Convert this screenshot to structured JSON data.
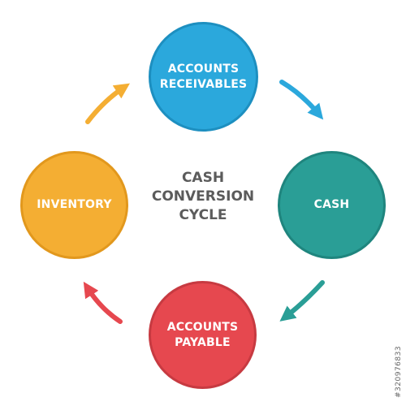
{
  "diagram": {
    "center_title": "CASH\nCONVERSION\nCYCLE",
    "nodes": [
      {
        "id": "top",
        "label": "ACCOUNTS\nRECEIVABLES",
        "color": "#2ba8dc"
      },
      {
        "id": "right",
        "label": "CASH",
        "color": "#2a9e96"
      },
      {
        "id": "bottom",
        "label": "ACCOUNTS\nPAYABLE",
        "color": "#e6484f"
      },
      {
        "id": "left",
        "label": "INVENTORY",
        "color": "#f4ae33"
      }
    ],
    "arrows": [
      {
        "from": "top",
        "to": "right",
        "color": "#2ba8dc"
      },
      {
        "from": "right",
        "to": "bottom",
        "color": "#2a9e96"
      },
      {
        "from": "bottom",
        "to": "left",
        "color": "#e6484f"
      },
      {
        "from": "left",
        "to": "top",
        "color": "#f4ae33"
      }
    ]
  },
  "watermark": {
    "text": "#320976833"
  }
}
